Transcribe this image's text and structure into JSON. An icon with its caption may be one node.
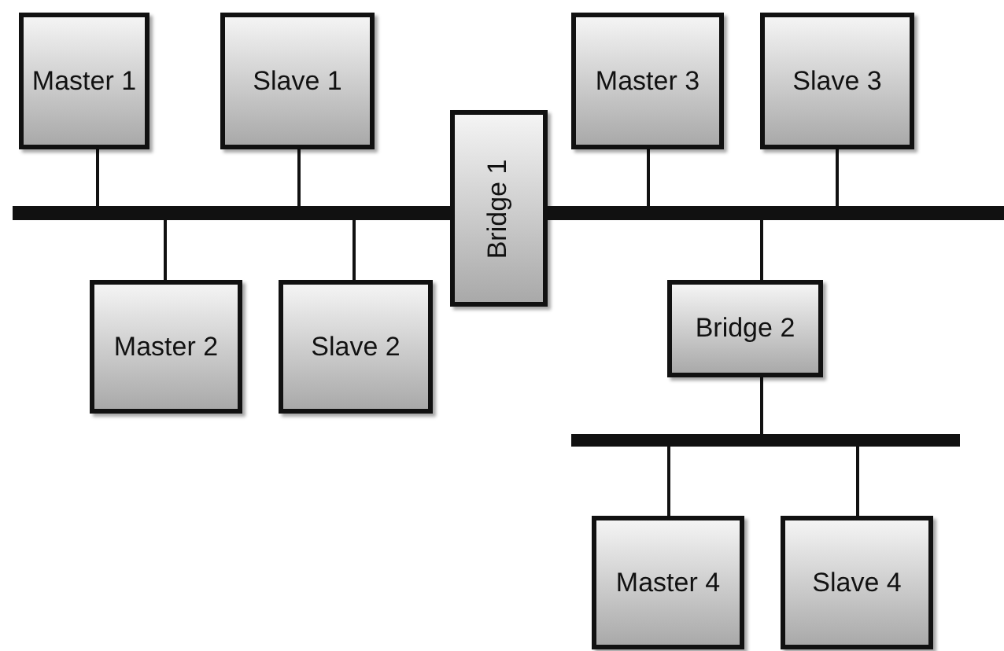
{
  "diagram": {
    "nodes": [
      {
        "text": [
          "Master 1"
        ]
      },
      {
        "text": [
          "Slave 1"
        ]
      },
      {
        "text": [
          "Bridge 1"
        ]
      },
      {
        "text": [
          "Master 3"
        ]
      },
      {
        "text": [
          "Slave 3"
        ]
      },
      {
        "text": [],
        "shape": "bar"
      },
      {
        "text": [],
        "shape": "bar"
      },
      {
        "text": [
          "Master 2"
        ]
      },
      {
        "text": [
          "Slave 2"
        ]
      },
      {
        "text": [
          "Bridge 2"
        ]
      },
      {
        "text": [],
        "shape": "bar"
      },
      {
        "text": [
          "Master 4"
        ]
      },
      {
        "text": [
          "Slave 4"
        ]
      }
    ],
    "edges": [
      {
        "from": 0,
        "to": 5,
        "arrow": "none"
      },
      {
        "from": 1,
        "to": 5,
        "arrow": "none"
      },
      {
        "from": 3,
        "to": 6,
        "arrow": "none"
      },
      {
        "from": 4,
        "to": 6,
        "arrow": "none"
      },
      {
        "from": 5,
        "to": 7,
        "arrow": "none"
      },
      {
        "from": 5,
        "to": 8,
        "arrow": "none"
      },
      {
        "from": 6,
        "to": 9,
        "arrow": "none"
      },
      {
        "from": 9,
        "to": 10,
        "arrow": "none"
      },
      {
        "from": 10,
        "to": 11,
        "arrow": "none"
      },
      {
        "from": 10,
        "to": 12,
        "arrow": "none"
      }
    ]
  }
}
